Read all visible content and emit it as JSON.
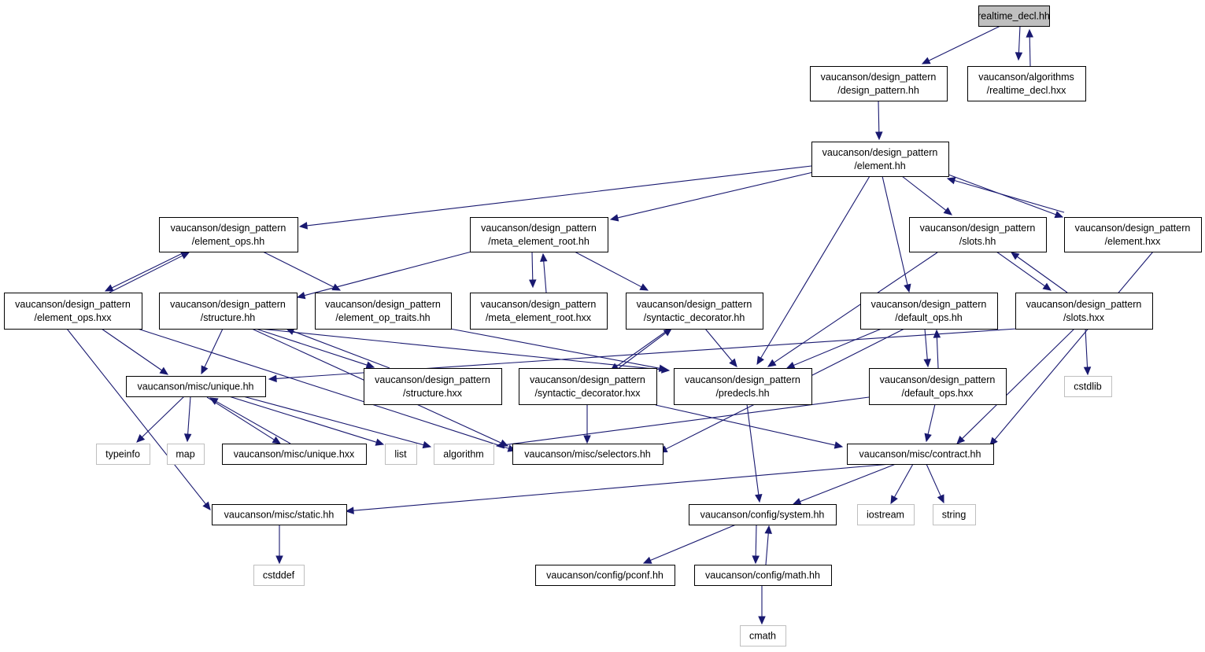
{
  "diagram": {
    "nodes": [
      {
        "id": "rt_hh",
        "lines": [
          "realtime_decl.hh"
        ],
        "kind": "root"
      },
      {
        "id": "dp_hh",
        "lines": [
          "vaucanson/design_pattern",
          "/design_pattern.hh"
        ],
        "kind": "normal"
      },
      {
        "id": "alg_hxx",
        "lines": [
          "vaucanson/algorithms",
          "/realtime_decl.hxx"
        ],
        "kind": "normal"
      },
      {
        "id": "el_hh",
        "lines": [
          "vaucanson/design_pattern",
          "/element.hh"
        ],
        "kind": "normal"
      },
      {
        "id": "elops_hh",
        "lines": [
          "vaucanson/design_pattern",
          "/element_ops.hh"
        ],
        "kind": "normal"
      },
      {
        "id": "mer_hh",
        "lines": [
          "vaucanson/design_pattern",
          "/meta_element_root.hh"
        ],
        "kind": "normal"
      },
      {
        "id": "slots_hh",
        "lines": [
          "vaucanson/design_pattern",
          "/slots.hh"
        ],
        "kind": "normal"
      },
      {
        "id": "el_hxx",
        "lines": [
          "vaucanson/design_pattern",
          "/element.hxx"
        ],
        "kind": "normal"
      },
      {
        "id": "elops_hxx",
        "lines": [
          "vaucanson/design_pattern",
          "/element_ops.hxx"
        ],
        "kind": "normal"
      },
      {
        "id": "struct_hh",
        "lines": [
          "vaucanson/design_pattern",
          "/structure.hh"
        ],
        "kind": "normal"
      },
      {
        "id": "eot_hh",
        "lines": [
          "vaucanson/design_pattern",
          "/element_op_traits.hh"
        ],
        "kind": "normal"
      },
      {
        "id": "mer_hxx",
        "lines": [
          "vaucanson/design_pattern",
          "/meta_element_root.hxx"
        ],
        "kind": "normal"
      },
      {
        "id": "sd_hh",
        "lines": [
          "vaucanson/design_pattern",
          "/syntactic_decorator.hh"
        ],
        "kind": "normal"
      },
      {
        "id": "dops_hh",
        "lines": [
          "vaucanson/design_pattern",
          "/default_ops.hh"
        ],
        "kind": "normal"
      },
      {
        "id": "slots_hxx",
        "lines": [
          "vaucanson/design_pattern",
          "/slots.hxx"
        ],
        "kind": "normal"
      },
      {
        "id": "uniq_hh",
        "lines": [
          "vaucanson/misc/unique.hh"
        ],
        "kind": "normal"
      },
      {
        "id": "struct_hxx",
        "lines": [
          "vaucanson/design_pattern",
          "/structure.hxx"
        ],
        "kind": "normal"
      },
      {
        "id": "sd_hxx",
        "lines": [
          "vaucanson/design_pattern",
          "/syntactic_decorator.hxx"
        ],
        "kind": "normal"
      },
      {
        "id": "predecls",
        "lines": [
          "vaucanson/design_pattern",
          "/predecls.hh"
        ],
        "kind": "normal"
      },
      {
        "id": "dops_hxx",
        "lines": [
          "vaucanson/design_pattern",
          "/default_ops.hxx"
        ],
        "kind": "normal"
      },
      {
        "id": "cstdlib",
        "lines": [
          "cstdlib"
        ],
        "kind": "system"
      },
      {
        "id": "typeinfo",
        "lines": [
          "typeinfo"
        ],
        "kind": "system"
      },
      {
        "id": "map",
        "lines": [
          "map"
        ],
        "kind": "system"
      },
      {
        "id": "uniq_hxx",
        "lines": [
          "vaucanson/misc/unique.hxx"
        ],
        "kind": "normal"
      },
      {
        "id": "list",
        "lines": [
          "list"
        ],
        "kind": "system"
      },
      {
        "id": "algorithm",
        "lines": [
          "algorithm"
        ],
        "kind": "system"
      },
      {
        "id": "selectors",
        "lines": [
          "vaucanson/misc/selectors.hh"
        ],
        "kind": "normal"
      },
      {
        "id": "contract",
        "lines": [
          "vaucanson/misc/contract.hh"
        ],
        "kind": "normal"
      },
      {
        "id": "static_hh",
        "lines": [
          "vaucanson/misc/static.hh"
        ],
        "kind": "normal"
      },
      {
        "id": "system_hh",
        "lines": [
          "vaucanson/config/system.hh"
        ],
        "kind": "normal"
      },
      {
        "id": "iostream",
        "lines": [
          "iostream"
        ],
        "kind": "system"
      },
      {
        "id": "string",
        "lines": [
          "string"
        ],
        "kind": "system"
      },
      {
        "id": "cstddef",
        "lines": [
          "cstddef"
        ],
        "kind": "system"
      },
      {
        "id": "pconf",
        "lines": [
          "vaucanson/config/pconf.hh"
        ],
        "kind": "normal"
      },
      {
        "id": "math_hh",
        "lines": [
          "vaucanson/config/math.hh"
        ],
        "kind": "normal"
      },
      {
        "id": "cmath",
        "lines": [
          "cmath"
        ],
        "kind": "system"
      }
    ],
    "edges": [
      {
        "from": "rt_hh",
        "to": "dp_hh"
      },
      {
        "from": "rt_hh",
        "to": "alg_hxx"
      },
      {
        "from": "alg_hxx",
        "to": "rt_hh"
      },
      {
        "from": "dp_hh",
        "to": "el_hh"
      },
      {
        "from": "el_hh",
        "to": "elops_hh"
      },
      {
        "from": "el_hh",
        "to": "mer_hh"
      },
      {
        "from": "el_hh",
        "to": "slots_hh"
      },
      {
        "from": "el_hh",
        "to": "el_hxx"
      },
      {
        "from": "el_hxx",
        "to": "el_hh"
      },
      {
        "from": "el_hh",
        "to": "predecls"
      },
      {
        "from": "el_hh",
        "to": "dops_hh"
      },
      {
        "from": "el_hxx",
        "to": "contract"
      },
      {
        "from": "elops_hh",
        "to": "elops_hxx"
      },
      {
        "from": "elops_hxx",
        "to": "elops_hh"
      },
      {
        "from": "elops_hh",
        "to": "eot_hh"
      },
      {
        "from": "mer_hh",
        "to": "struct_hh"
      },
      {
        "from": "mer_hh",
        "to": "mer_hxx"
      },
      {
        "from": "mer_hxx",
        "to": "mer_hh"
      },
      {
        "from": "mer_hh",
        "to": "sd_hh"
      },
      {
        "from": "slots_hh",
        "to": "predecls"
      },
      {
        "from": "slots_hh",
        "to": "slots_hxx"
      },
      {
        "from": "slots_hxx",
        "to": "slots_hh"
      },
      {
        "from": "elops_hxx",
        "to": "uniq_hh"
      },
      {
        "from": "elops_hxx",
        "to": "selectors"
      },
      {
        "from": "elops_hxx",
        "to": "static_hh"
      },
      {
        "from": "struct_hh",
        "to": "uniq_hh"
      },
      {
        "from": "struct_hh",
        "to": "struct_hxx"
      },
      {
        "from": "struct_hxx",
        "to": "struct_hh"
      },
      {
        "from": "struct_hh",
        "to": "predecls"
      },
      {
        "from": "struct_hh",
        "to": "selectors"
      },
      {
        "from": "eot_hh",
        "to": "predecls"
      },
      {
        "from": "sd_hh",
        "to": "sd_hxx"
      },
      {
        "from": "sd_hxx",
        "to": "sd_hh"
      },
      {
        "from": "sd_hh",
        "to": "predecls"
      },
      {
        "from": "dops_hh",
        "to": "predecls"
      },
      {
        "from": "dops_hh",
        "to": "dops_hxx"
      },
      {
        "from": "dops_hxx",
        "to": "dops_hh"
      },
      {
        "from": "dops_hh",
        "to": "selectors"
      },
      {
        "from": "slots_hxx",
        "to": "uniq_hh"
      },
      {
        "from": "slots_hxx",
        "to": "cstdlib"
      },
      {
        "from": "slots_hxx",
        "to": "contract"
      },
      {
        "from": "uniq_hh",
        "to": "typeinfo"
      },
      {
        "from": "uniq_hh",
        "to": "map"
      },
      {
        "from": "uniq_hh",
        "to": "uniq_hxx"
      },
      {
        "from": "uniq_hxx",
        "to": "uniq_hh"
      },
      {
        "from": "uniq_hh",
        "to": "list"
      },
      {
        "from": "uniq_hh",
        "to": "algorithm"
      },
      {
        "from": "sd_hxx",
        "to": "selectors"
      },
      {
        "from": "sd_hxx",
        "to": "contract"
      },
      {
        "from": "predecls",
        "to": "system_hh"
      },
      {
        "from": "dops_hxx",
        "to": "algorithm"
      },
      {
        "from": "dops_hxx",
        "to": "contract"
      },
      {
        "from": "contract",
        "to": "static_hh"
      },
      {
        "from": "contract",
        "to": "system_hh"
      },
      {
        "from": "contract",
        "to": "iostream"
      },
      {
        "from": "contract",
        "to": "string"
      },
      {
        "from": "static_hh",
        "to": "cstddef"
      },
      {
        "from": "system_hh",
        "to": "pconf"
      },
      {
        "from": "system_hh",
        "to": "math_hh"
      },
      {
        "from": "math_hh",
        "to": "system_hh"
      },
      {
        "from": "math_hh",
        "to": "cmath"
      }
    ]
  },
  "colors": {
    "edge": "#191970",
    "node_border": "#000000",
    "system_border": "#bfbfbf",
    "root_fill": "#bfbfbf"
  }
}
